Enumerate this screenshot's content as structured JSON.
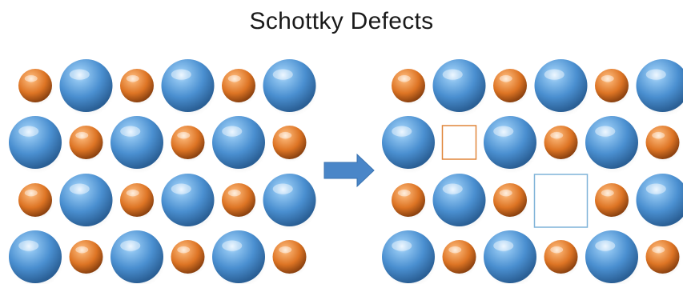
{
  "title": "Schottky Defects",
  "colors": {
    "cation": "#e07a2a",
    "anion": "#4a8fd0",
    "cation_vacancy_outline": "#e0863a",
    "anion_vacancy_outline": "#7fb3d8",
    "arrow": "#4a86c8"
  },
  "perfect_lattice": {
    "rows": [
      [
        "cation",
        "anion",
        "cation",
        "anion",
        "cation",
        "anion"
      ],
      [
        "anion",
        "cation",
        "anion",
        "cation",
        "anion",
        "cation"
      ],
      [
        "cation",
        "anion",
        "cation",
        "anion",
        "cation",
        "anion"
      ],
      [
        "anion",
        "cation",
        "anion",
        "cation",
        "anion",
        "cation"
      ]
    ]
  },
  "defective_lattice": {
    "rows": [
      [
        "cation",
        "anion",
        "cation",
        "anion",
        "cation",
        "anion"
      ],
      [
        "anion",
        "cation-vacancy",
        "anion",
        "cation",
        "anion",
        "cation"
      ],
      [
        "cation",
        "anion",
        "cation",
        "anion-vacancy",
        "cation",
        "anion"
      ],
      [
        "anion",
        "cation",
        "anion",
        "cation",
        "anion",
        "cation"
      ]
    ]
  },
  "arrow_icon": "right-arrow-icon"
}
